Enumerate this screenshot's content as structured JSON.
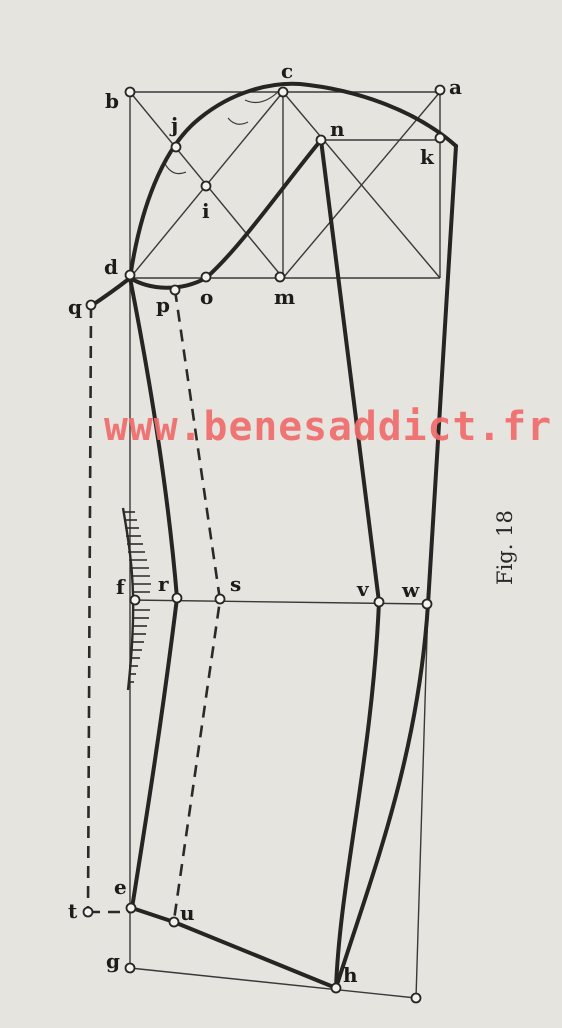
{
  "watermark": "www.benesaddict.fr",
  "figure_caption": "Fig. 18",
  "points": {
    "a": "a",
    "b": "b",
    "c": "c",
    "d": "d",
    "e": "e",
    "f": "f",
    "g": "g",
    "h": "h",
    "i": "i",
    "j": "j",
    "k": "k",
    "m": "m",
    "n": "n",
    "o": "o",
    "p": "p",
    "q": "q",
    "r": "r",
    "s": "s",
    "t": "t",
    "u": "u",
    "v": "v",
    "w": "w"
  },
  "colors": {
    "ink": "#2b2a27",
    "watermark": "#f06d6d",
    "paper": "#e6e4df"
  }
}
